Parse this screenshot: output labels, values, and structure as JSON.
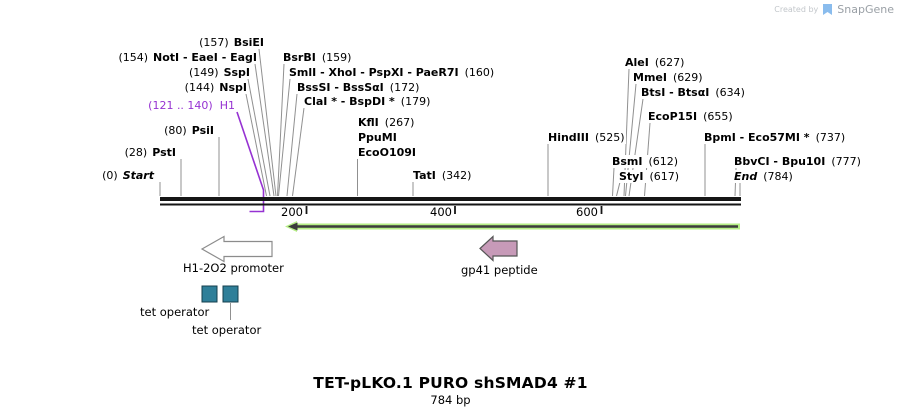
{
  "watermark": {
    "created_by": "Created by",
    "brand": "SnapGene"
  },
  "map": {
    "ruler": [
      "200",
      "400",
      "600"
    ],
    "h1": {
      "pos": "(121 .. 140)",
      "name": "H1"
    },
    "sites": [
      {
        "pos": "(157)",
        "name": "BsiEI"
      },
      {
        "pos": "(154)",
        "name": "NotI - EaeI - EagI"
      },
      {
        "pos": "(149)",
        "name": "SspI"
      },
      {
        "pos": "(144)",
        "name": "NspI"
      },
      {
        "pos": "(80)",
        "name": "PsiI"
      },
      {
        "pos": "(28)",
        "name": "PstI"
      },
      {
        "pos": "(0)",
        "name": "Start"
      },
      {
        "name": "BsrBI",
        "pos": "(159)"
      },
      {
        "name": "SmlI - XhoI - PspXI - PaeR7I",
        "pos": "(160)"
      },
      {
        "name": "BssSI - BssSαI",
        "pos": "(172)"
      },
      {
        "name": "ClaI * - BspDI *",
        "pos": "(179)"
      },
      {
        "name": "KflI",
        "pos": "(267)"
      },
      {
        "name": "PpuMI"
      },
      {
        "name": "EcoO109I"
      },
      {
        "name": "TatI",
        "pos": "(342)"
      },
      {
        "name": "HindIII",
        "pos": "(525)"
      },
      {
        "name": "AleI",
        "pos": "(627)"
      },
      {
        "name": "MmeI",
        "pos": "(629)"
      },
      {
        "name": "BtsI - BtsαI",
        "pos": "(634)"
      },
      {
        "name": "EcoP15I",
        "pos": "(655)"
      },
      {
        "name": "BpmI - Eco57MI *",
        "pos": "(737)"
      },
      {
        "name": "BsmI",
        "pos": "(612)"
      },
      {
        "name": "StyI",
        "pos": "(617)"
      },
      {
        "name": "BbvCI - Bpu10I",
        "pos": "(777)"
      },
      {
        "name": "End",
        "pos": "(784)"
      }
    ]
  },
  "features": {
    "promoter": "H1-2O2 promoter",
    "gp41": "gp41 peptide",
    "tet1": "tet operator",
    "tet2": "tet operator"
  },
  "footer": {
    "title": "TET-pLKO.1 PURO shSMAD4 #1",
    "length": "784 bp"
  },
  "colors": {
    "purple": "#9632d2",
    "green_light": "#b5ee85",
    "green_dark": "#3c3c3c",
    "pink": "#c79ab8",
    "pink_stroke": "#555555",
    "teal": "#2f7f99",
    "teal_stroke": "#163f4d",
    "line_gray": "#909090",
    "ink": "#161616",
    "promoter_stroke": "#8c8c8c",
    "brand_blue": "#8abced",
    "brand_gray": "#9aa0a6",
    "created_gray": "#c3c7cb"
  }
}
